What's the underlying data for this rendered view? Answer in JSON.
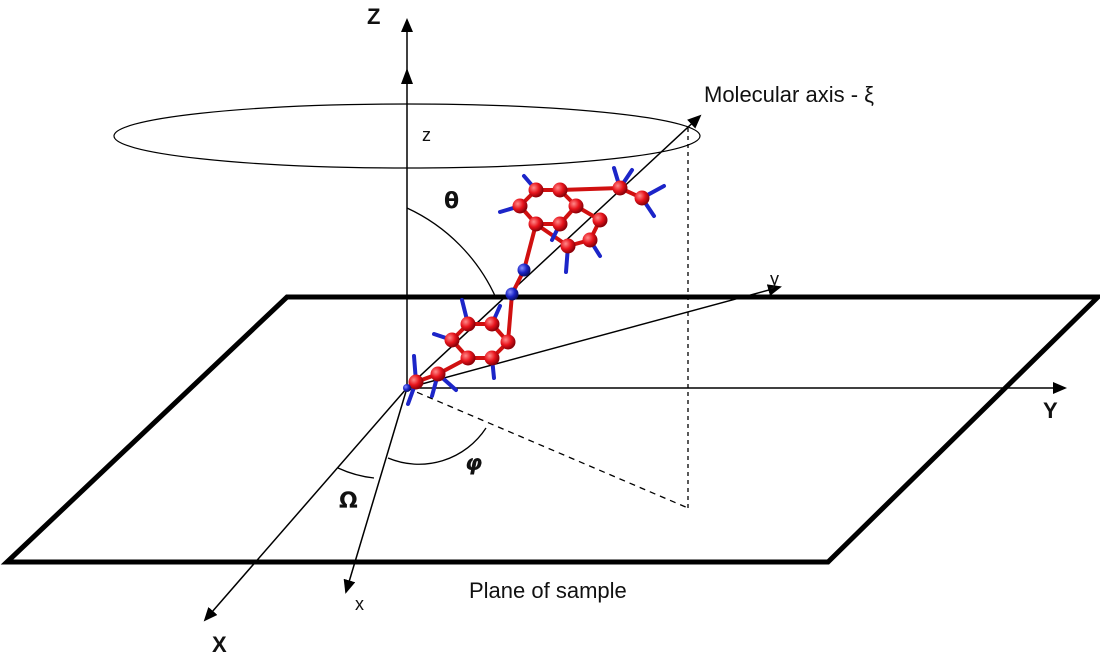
{
  "labels": {
    "Z": "Z",
    "Y": "Y",
    "X": "X",
    "z": "z",
    "y": "y",
    "x": "x",
    "theta": "θ",
    "phi": "φ",
    "omega": "Ω",
    "molecular_axis": "Molecular axis - ξ",
    "plane": "Plane of sample"
  },
  "molecule": {
    "atom_color": "#e8141c",
    "hydrogen_color": "#1c25c8",
    "nitrogen_color": "#1c25c8",
    "bond_color": "#d01010"
  },
  "line_color": "#000000"
}
